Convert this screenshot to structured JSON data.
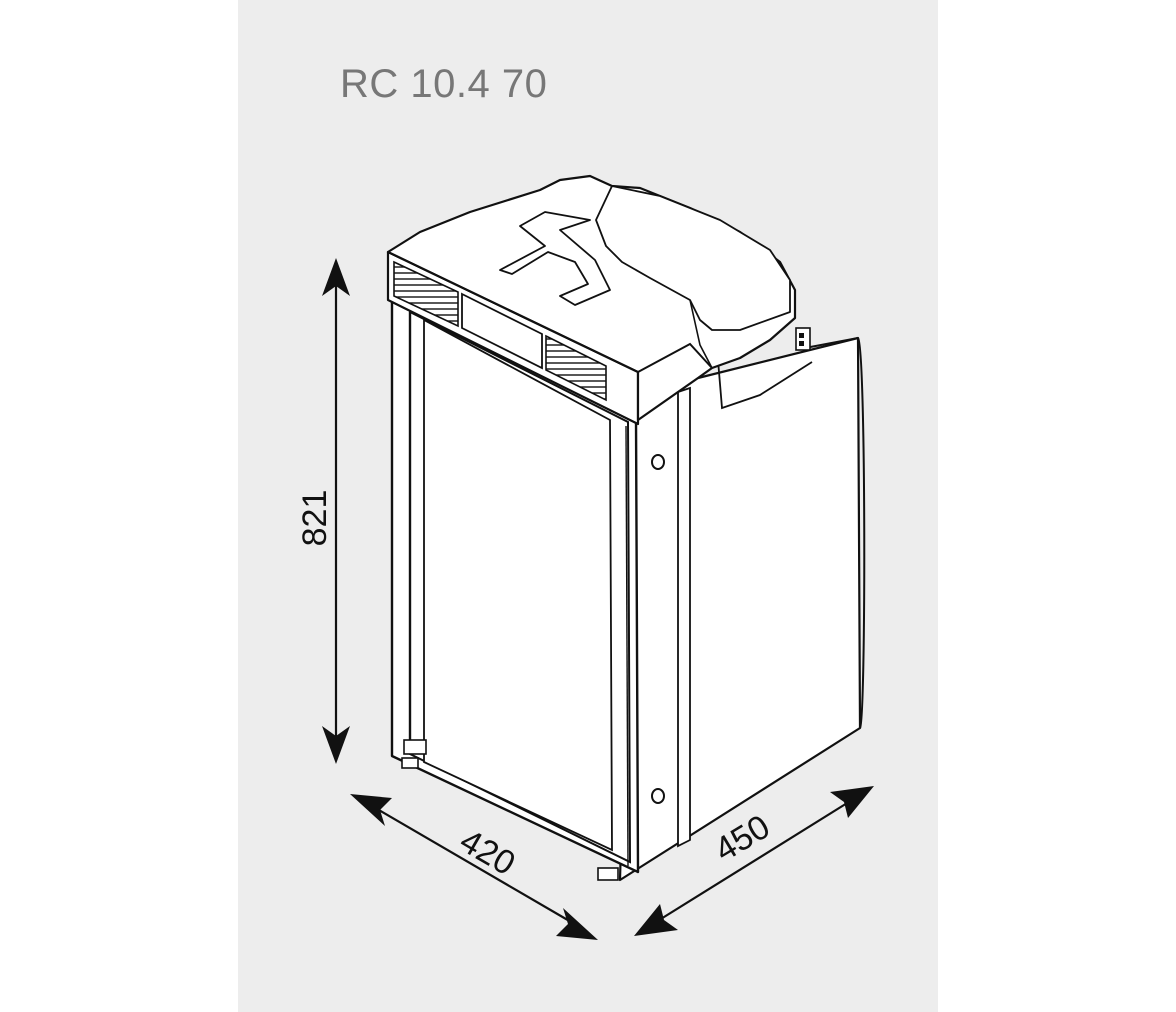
{
  "title": "RC 10.4 70",
  "dimensions": {
    "height": "821",
    "width": "420",
    "depth": "450"
  },
  "colors": {
    "panel_background": "#ededed",
    "title_text": "#777777",
    "line": "#111111",
    "fill": "#ffffff"
  }
}
